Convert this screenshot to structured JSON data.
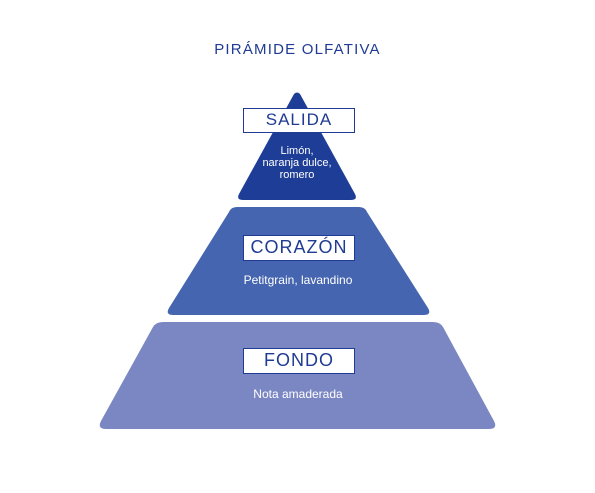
{
  "title": "PIRÁMIDE OLFATIVA",
  "colors": {
    "title": "#1f3b94",
    "tier_top": "#1e3d96",
    "tier_middle": "#4565b0",
    "tier_bottom": "#7b87c2",
    "label_border": "#1f3b94"
  },
  "tiers": [
    {
      "label": "SALIDA",
      "notes": [
        "Limón,",
        "naranja dulce,",
        "romero"
      ]
    },
    {
      "label": "CORAZÓN",
      "notes": [
        "Petitgrain, lavandino"
      ]
    },
    {
      "label": "FONDO",
      "notes": [
        "Nota amaderada"
      ]
    }
  ]
}
